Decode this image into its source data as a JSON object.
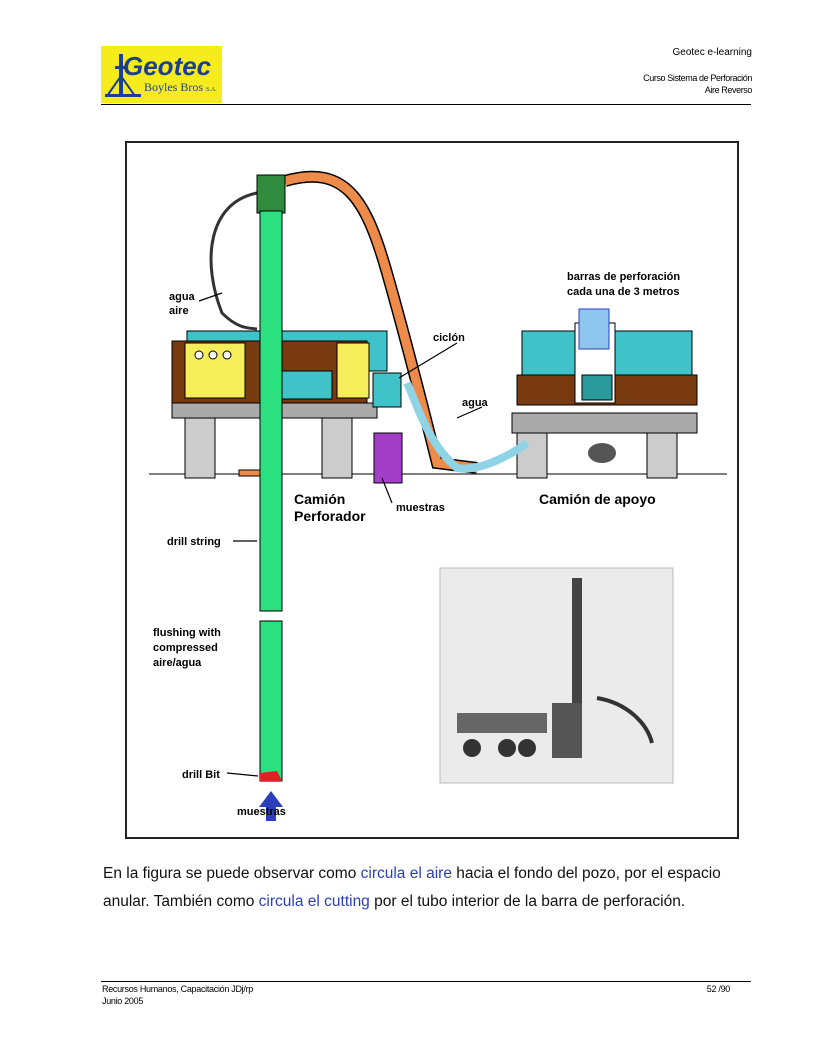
{
  "header": {
    "logo_text": "Geotec",
    "logo_subtext": "Boyles Bros",
    "logo_suffix": "S.A.",
    "site": "Geotec e-learning",
    "course": "Curso Sistema de Perforación",
    "topic": "Aire Reverso"
  },
  "figure": {
    "labels": {
      "agua_aire_1": "agua",
      "agua_aire_2": "aire",
      "ciclon": "ciclón",
      "barras_1": "barras de perforación",
      "barras_2": "cada una de 3 metros",
      "agua": "agua",
      "camion_perforador_1": "Camión",
      "camion_perforador_2": "Perforador",
      "muestras_top": "muestras",
      "camion_apoyo": "Camión de apoyo",
      "drill_string": "drill string",
      "flushing_1": "flushing with",
      "flushing_2": "compressed",
      "flushing_3": "aire/agua",
      "drill_bit": "drill Bit",
      "muestras_bottom": "muestras"
    }
  },
  "body": {
    "p1_a": "En la figura se puede observar como ",
    "p1_hl": "circula el aire",
    "p1_b": " hacia el fondo del pozo, por el espacio anular. También como ",
    "p1_hl2": "circula el cutting",
    "p1_c": " por el tubo interior de la barra de perforación."
  },
  "footer": {
    "left_1": "Recursos Humanos, Capacitación JDj/rp",
    "left_2": "Junio 2005",
    "page": "52 /90"
  },
  "colors": {
    "logo_bg": "#f6ec1c",
    "logo_text": "#1b3f91",
    "pipe_green": "#2be07e",
    "hose_orange": "#ee8a4a",
    "hose_cyan": "#8fd3e6",
    "truck_brown": "#7a3a0f",
    "truck_cyan": "#3fc3c8",
    "highlight_text": "#2a3fb8"
  }
}
